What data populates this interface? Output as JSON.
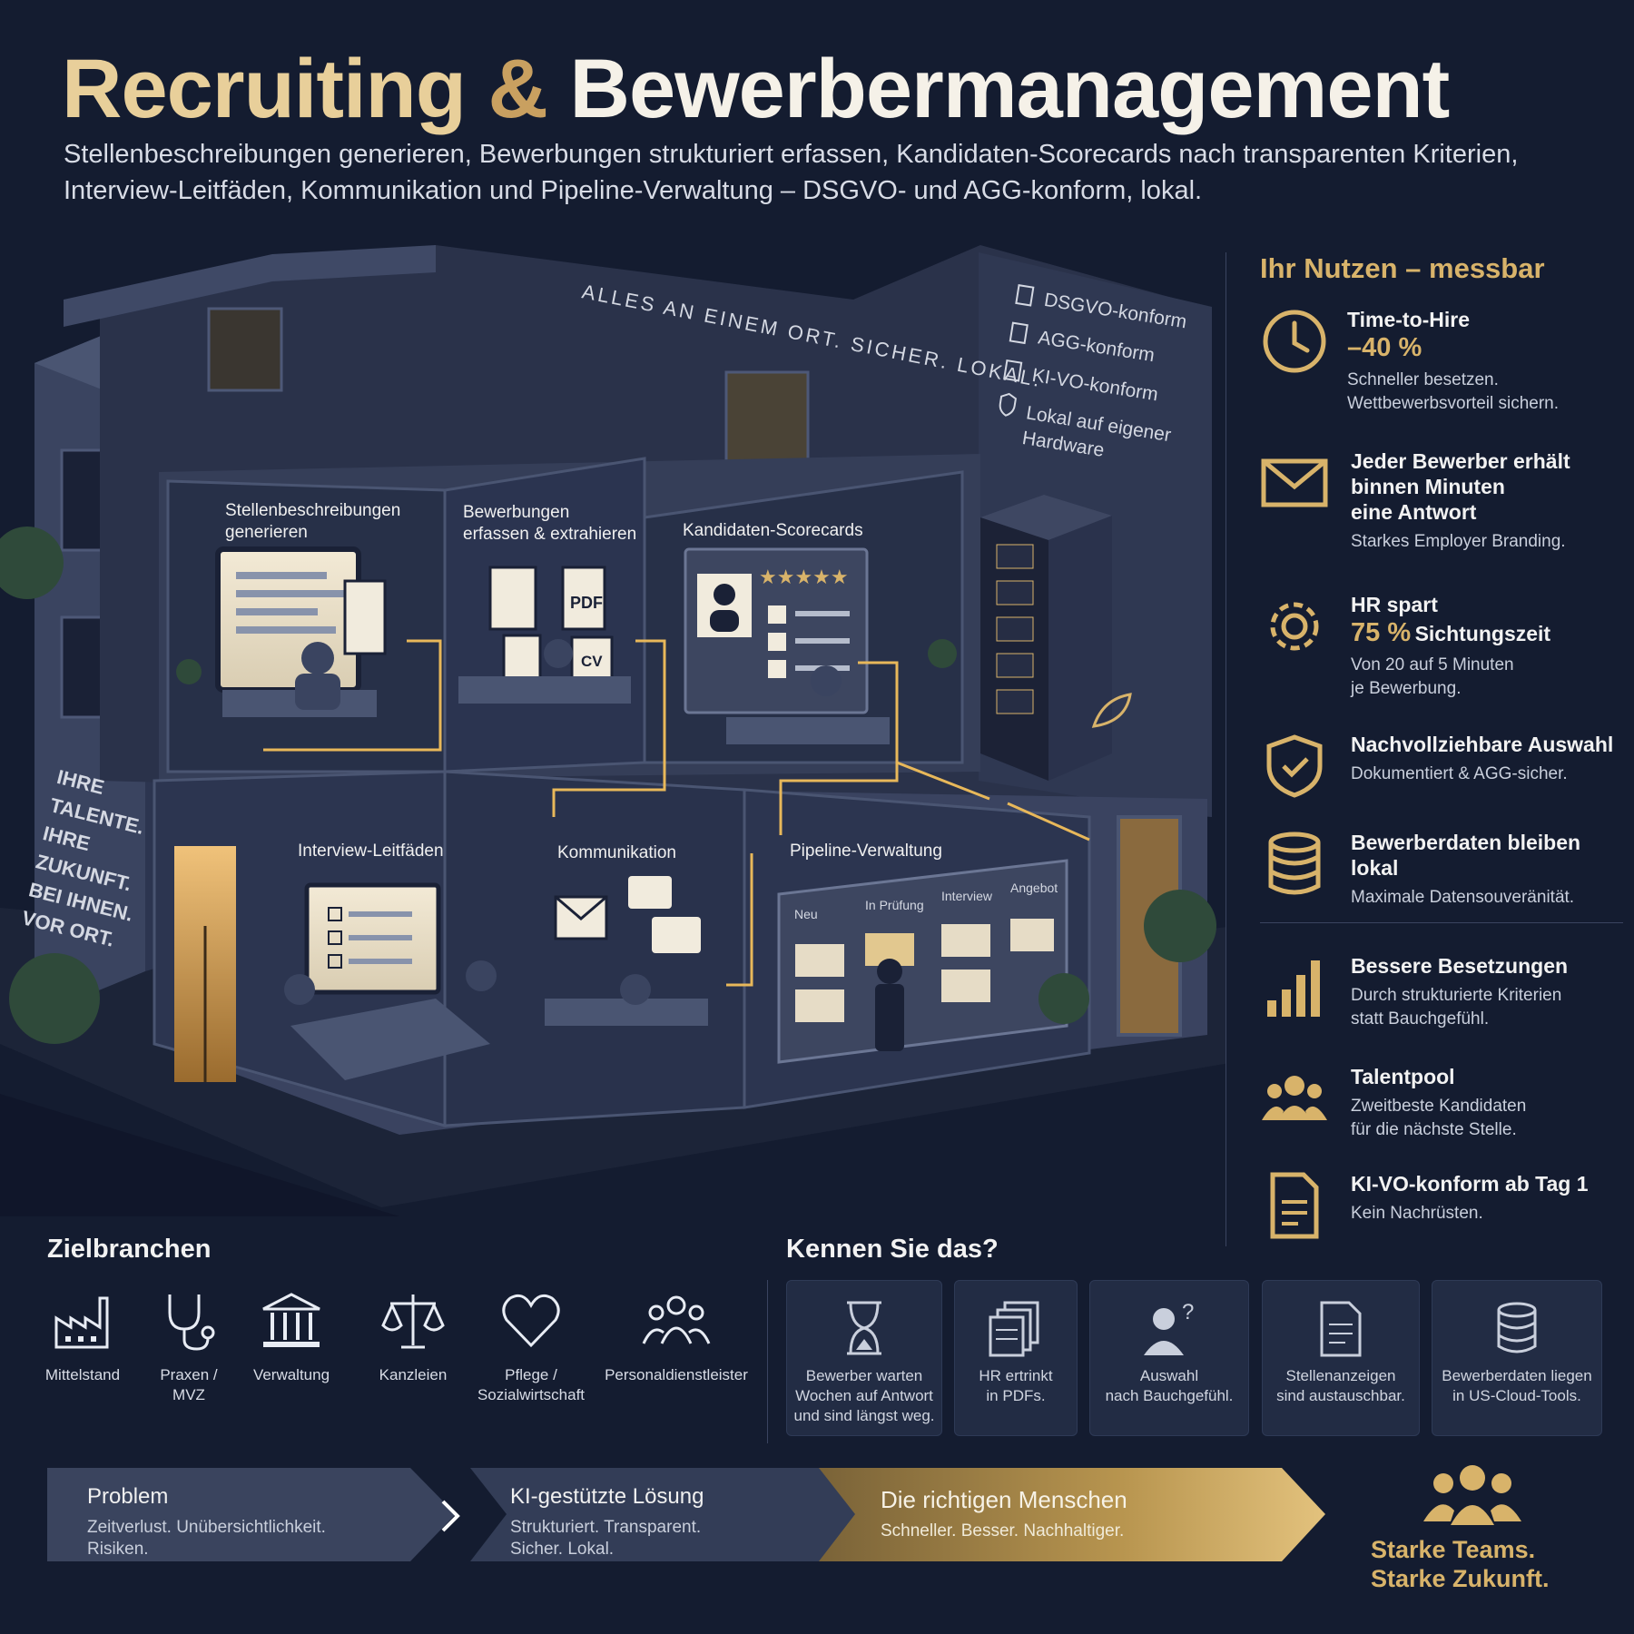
{
  "header": {
    "title_part1": "Recruiting",
    "title_amp": "&",
    "title_part2": "Bewerbermanagement",
    "subtitle": "Stellenbeschreibungen generieren, Bewerbungen strukturiert erfassen, Kandidaten-Scorecards nach transparenten Kriterien, Interview-Leitfäden, Kommunikation und Pipeline-Verwaltung – DSGVO- und AGG-konform, lokal."
  },
  "scene": {
    "wall_slogan": "ALLES AN EINEM ORT. SICHER. LOKAL.",
    "compliance": [
      "DSGVO-konform",
      "AGG-konform",
      "KI-VO-konform",
      "Lokal auf eigener",
      "Hardware"
    ],
    "side_slogan": [
      "IHRE",
      "TALENTE.",
      "IHRE",
      "ZUKUNFT.",
      "BEI IHNEN.",
      "VOR ORT."
    ],
    "rooms": {
      "r1": [
        "Stellenbeschreibungen",
        "generieren"
      ],
      "r2": [
        "Bewerbungen",
        "erfassen & extrahieren"
      ],
      "r3": "Kandidaten-Scorecards",
      "r4": "Interview-Leitfäden",
      "r5": "Kommunikation",
      "r6": "Pipeline-Verwaltung"
    },
    "doc_labels": {
      "pdf": "PDF",
      "cv": "CV"
    },
    "pipeline_columns": [
      "Neu",
      "In Prüfung",
      "Interview",
      "Angebot"
    ],
    "score_stars": 5
  },
  "benefits": {
    "title": "Ihr Nutzen – messbar",
    "items": [
      {
        "icon": "clock-icon",
        "title": "Time-to-Hire",
        "value": "–40 %",
        "sub": [
          "Schneller besetzen.",
          "Wettbewerbsvorteil sichern."
        ]
      },
      {
        "icon": "mail-icon",
        "title": [
          "Jeder Bewerber erhält",
          "binnen Minuten",
          "eine Antwort"
        ],
        "sub": [
          "Starkes Employer Branding."
        ]
      },
      {
        "icon": "gear-icon",
        "title": "HR spart",
        "value": "75 %",
        "value_suffix": "Sichtungszeit",
        "sub": [
          "Von 20 auf 5 Minuten",
          "je Bewerbung."
        ]
      },
      {
        "icon": "shield-check-icon",
        "title": "Nachvollziehbare Auswahl",
        "sub": [
          "Dokumentiert & AGG-sicher."
        ]
      },
      {
        "icon": "database-icon",
        "title": "Bewerberdaten bleiben lokal",
        "sub": [
          "Maximale Datensouveränität."
        ]
      },
      {
        "icon": "bar-chart-icon",
        "title": "Bessere Besetzungen",
        "sub": [
          "Durch strukturierte Kriterien",
          "statt Bauchgefühl."
        ]
      },
      {
        "icon": "people-icon",
        "title": "Talentpool",
        "sub": [
          "Zweitbeste Kandidaten",
          "für die nächste Stelle."
        ]
      },
      {
        "icon": "document-icon",
        "title": "KI-VO-konform ab Tag 1",
        "sub": [
          "Kein Nachrüsten."
        ]
      }
    ]
  },
  "industries": {
    "title": "Zielbranchen",
    "items": [
      {
        "icon": "factory-icon",
        "label": [
          "Mittelstand"
        ]
      },
      {
        "icon": "stethoscope-icon",
        "label": [
          "Praxen /",
          "MVZ"
        ]
      },
      {
        "icon": "government-icon",
        "label": [
          "Verwaltung"
        ]
      },
      {
        "icon": "scales-icon",
        "label": [
          "Kanzleien"
        ]
      },
      {
        "icon": "heart-icon",
        "label": [
          "Pflege /",
          "Sozialwirtschaft"
        ]
      },
      {
        "icon": "group-icon",
        "label": [
          "Personaldienstleister"
        ]
      }
    ]
  },
  "pains": {
    "title": "Kennen Sie das?",
    "items": [
      {
        "icon": "hourglass-icon",
        "label": [
          "Bewerber warten",
          "Wochen auf Antwort",
          "und sind längst weg."
        ]
      },
      {
        "icon": "pdf-stack-icon",
        "label": [
          "HR ertrinkt",
          "in PDFs."
        ]
      },
      {
        "icon": "person-question-icon",
        "label": [
          "Auswahl",
          "nach Bauchgefühl."
        ]
      },
      {
        "icon": "document-icon",
        "label": [
          "Stellenanzeigen",
          "sind austauschbar."
        ]
      },
      {
        "icon": "database-icon",
        "label": [
          "Bewerberdaten liegen",
          "in US-Cloud-Tools."
        ]
      }
    ]
  },
  "flow": {
    "steps": [
      {
        "title": "Problem",
        "sub": [
          "Zeitverlust. Unübersichtlichkeit.",
          "Risiken."
        ]
      },
      {
        "title": "KI-gestützte Lösung",
        "sub": [
          "Strukturiert. Transparent.",
          "Sicher. Lokal."
        ]
      },
      {
        "title": "Die richtigen Menschen",
        "sub": [
          "Schneller. Besser. Nachhaltiger."
        ]
      }
    ],
    "closing": [
      "Starke Teams.",
      "Starke Zukunft."
    ]
  },
  "colors": {
    "background": "#141c30",
    "gold": "#d8b36a",
    "panel": "#222c44",
    "wall": "#3d4660"
  }
}
